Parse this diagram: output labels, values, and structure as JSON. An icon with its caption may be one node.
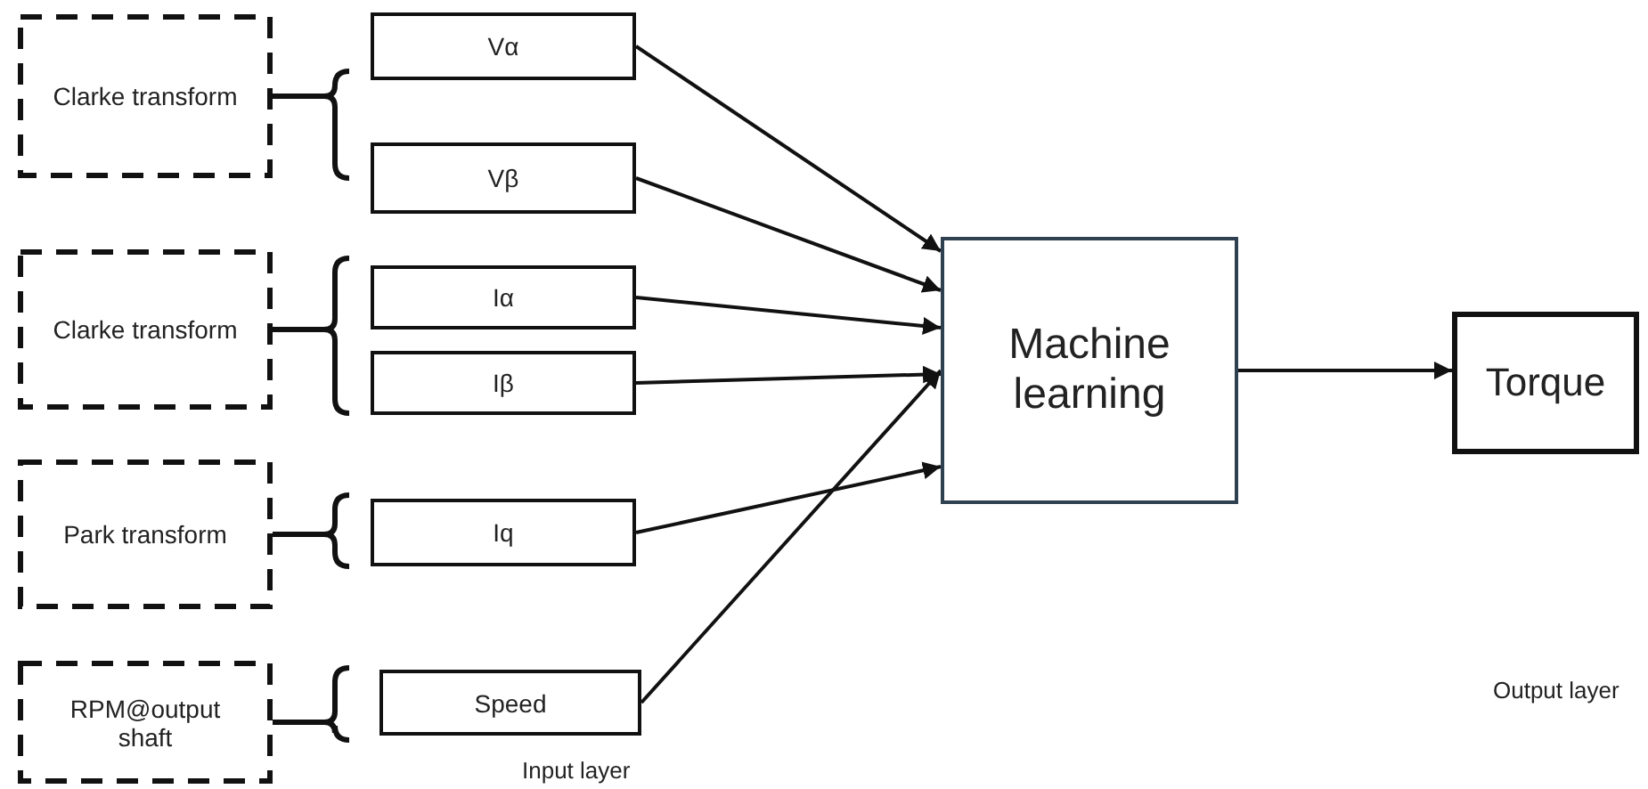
{
  "diagram": {
    "nodes": [
      {
        "text": [
          "Clarke transform"
        ]
      },
      {
        "text": [
          "Vα"
        ]
      },
      {
        "text": [
          "Vβ"
        ]
      },
      {
        "text": [
          "Clarke transform"
        ]
      },
      {
        "text": [
          "Iα"
        ]
      },
      {
        "text": [
          "Iβ"
        ]
      },
      {
        "text": [
          "Park transform"
        ]
      },
      {
        "text": [
          "Iq"
        ]
      },
      {
        "text": [
          "RPM@output shaft"
        ]
      },
      {
        "text": [
          "Speed"
        ]
      },
      {
        "text": [
          "Machine learning"
        ]
      },
      {
        "text": [
          "Torque"
        ]
      }
    ],
    "edges": [
      {
        "from": 1,
        "to": 10,
        "arrow": "to"
      },
      {
        "from": 2,
        "to": 10,
        "arrow": "to"
      },
      {
        "from": 4,
        "to": 10,
        "arrow": "to"
      },
      {
        "from": 5,
        "to": 10,
        "arrow": "to"
      },
      {
        "from": 7,
        "to": 10,
        "arrow": "to"
      },
      {
        "from": 9,
        "to": 10,
        "arrow": "to"
      },
      {
        "from": 10,
        "to": 11,
        "arrow": "to"
      }
    ],
    "labels": [
      "Input layer",
      "Output layer"
    ]
  }
}
